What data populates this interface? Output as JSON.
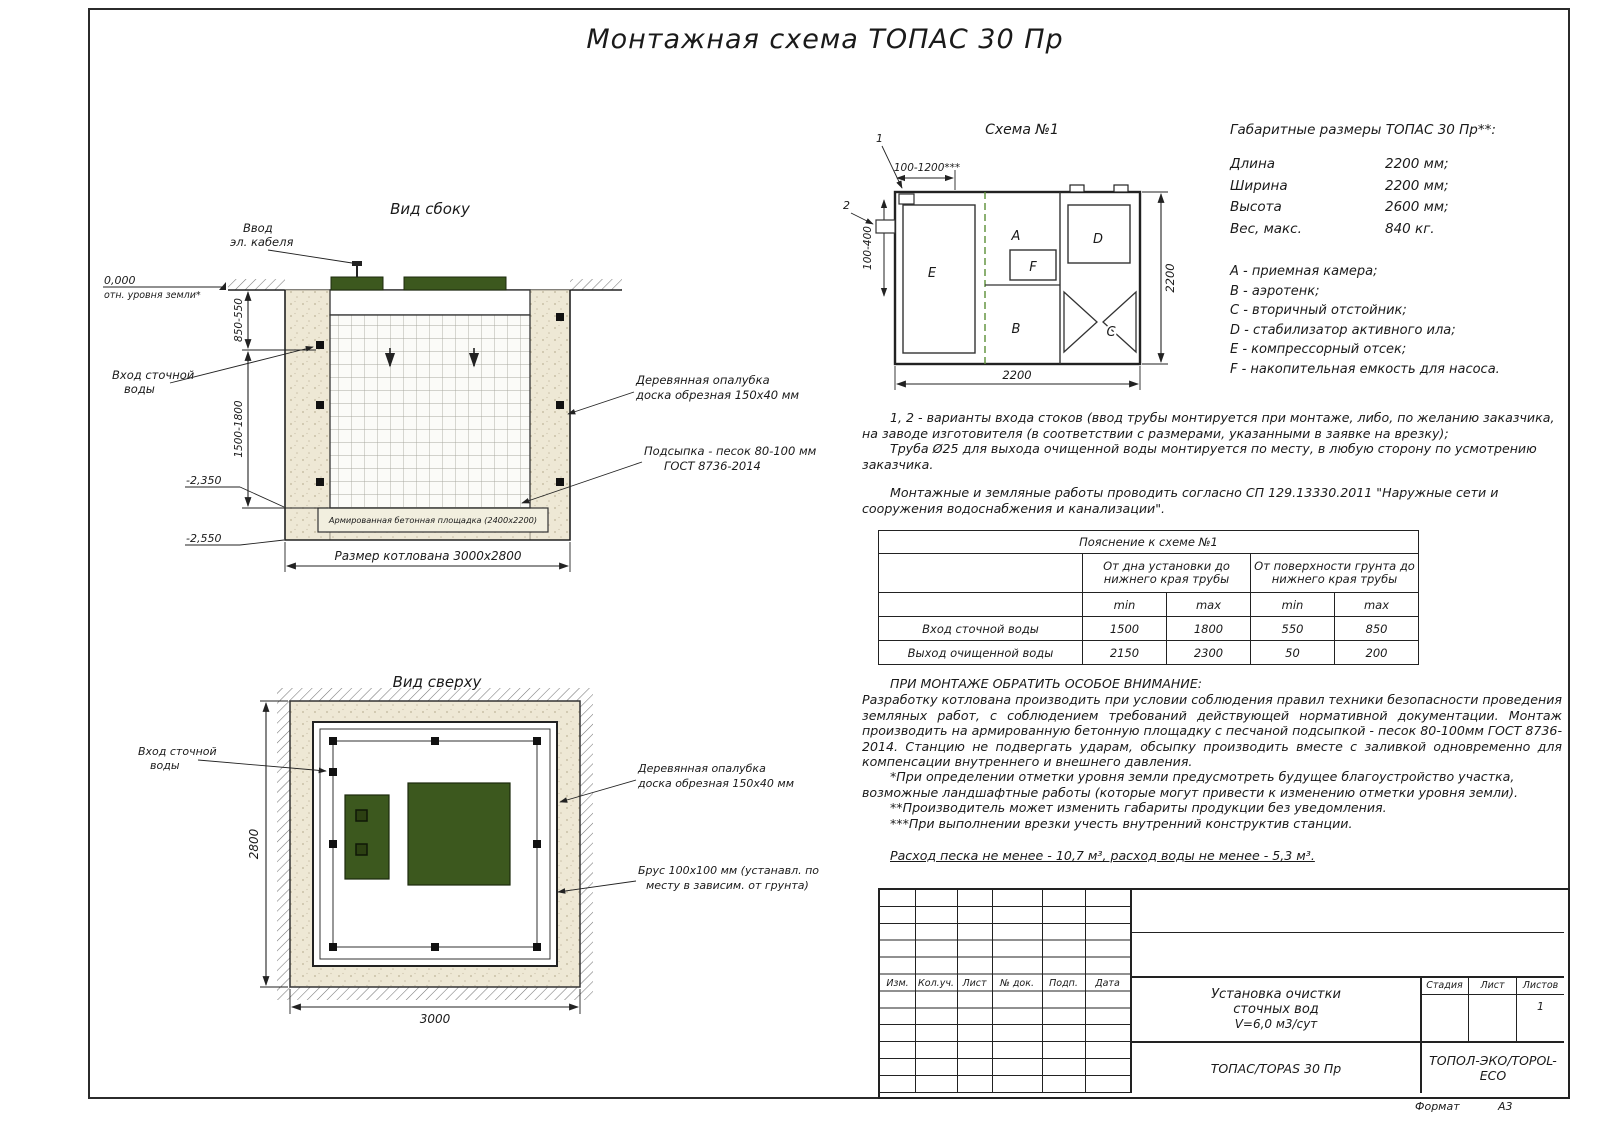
{
  "page": {
    "title": "Монтажная схема ТОПАС 30 Пр",
    "format_label": "Формат",
    "format_value": "А3"
  },
  "side_view": {
    "title": "Вид сбоку",
    "cable_entry_line1": "Ввод",
    "cable_entry_line2": "эл. кабеля",
    "level_zero": "0,000",
    "level_zero_note": "отн. уровня земли*",
    "dim_upper": "850-550",
    "dim_lower": "1500-1800",
    "level_minus1": "-2,350",
    "level_minus2": "-2,550",
    "inlet_line1": "Вход сточной",
    "inlet_line2": "воды",
    "formwork_line1": "Деревянная опалубка",
    "formwork_line2": "доска обрезная 150x40 мм",
    "sand_line1": "Подсыпка - песок 80-100 мм",
    "sand_line2": "ГОСТ 8736-2014",
    "concrete_pad": "Армированная бетонная площадка (2400x2200)",
    "pit_size": "Размер котлована 3000x2800"
  },
  "top_view": {
    "title": "Вид сверху",
    "inlet_line1": "Вход сточной",
    "inlet_line2": "воды",
    "dim_height": "2800",
    "dim_width": "3000",
    "formwork_line1": "Деревянная опалубка",
    "formwork_line2": "доска обрезная 150x40 мм",
    "beam_line1": "Брус 100x100 мм (устанавл. по",
    "beam_line2": "месту в зависим. от грунта)"
  },
  "scheme": {
    "title": "Схема №1",
    "marker1": "1",
    "marker2": "2",
    "dim_top": "100-1200***",
    "dim_left": "100-400",
    "dim_bottom": "2200",
    "dim_right": "2200",
    "compartment_a": "A",
    "compartment_b": "B",
    "compartment_c": "C",
    "compartment_d": "D",
    "compartment_e": "E",
    "compartment_f": "F"
  },
  "overall_dims": {
    "title": "Габаритные размеры ТОПАС 30 Пр**:",
    "rows": [
      {
        "label": "Длина",
        "value": "2200 мм;"
      },
      {
        "label": "Ширина",
        "value": "2200 мм;"
      },
      {
        "label": "Высота",
        "value": "2600 мм;"
      },
      {
        "label": "Вес, макс.",
        "value": "840 кг."
      }
    ]
  },
  "legend": [
    "A - приемная камера;",
    "B - аэротенк;",
    "C - вторичный отстойник;",
    "D - стабилизатор активного ила;",
    "E - компрессорный отсек;",
    "F - накопительная емкость для насоса."
  ],
  "notes": {
    "para1": "1, 2 - варианты входа  стоков (ввод трубы монтируется при монтаже, либо, по желанию заказчика, на заводе изготовителя (в соответствии с размерами, указанными в заявке на врезку);",
    "para2": "Труба Ø25 для выхода очищенной воды монтируется по месту, в любую сторону по усмотрению заказчика.",
    "para3": "Монтажные и земляные работы проводить согласно СП 129.13330.2011 \"Наружные сети и сооружения водоснабжения и канализации\"."
  },
  "pipe_table": {
    "title": "Пояснение к схеме №1",
    "group1": "От дна установки до нижнего края трубы",
    "group2": "От поверхности грунта до нижнего края трубы",
    "min1": "min",
    "max1": "max",
    "min2": "min",
    "max2": "max",
    "rows": [
      {
        "label": "Вход сточной воды",
        "v1": "1500",
        "v2": "1800",
        "v3": "550",
        "v4": "850"
      },
      {
        "label": "Выход очищенной воды",
        "v1": "2150",
        "v2": "2300",
        "v3": "50",
        "v4": "200"
      }
    ]
  },
  "attention": {
    "title": "ПРИ МОНТАЖЕ ОБРАТИТЬ ОСОБОЕ ВНИМАНИЕ:",
    "body": "Разработку котлована производить при условии соблюдения правил техники безопасности проведения земляных работ, с соблюдением требований действующей нормативной документации.  Монтаж производить на армированную бетонную площадку с песчаной подсыпкой - песок 80-100мм ГОСТ 8736-2014. Станцию не подвергать ударам, обсыпку производить вместе с заливкой одновременно для компенсации внутреннего и внешнего давления.",
    "note1": "*При определении отметки уровня земли предусмотреть будущее благоустройство участка, возможные ландшафтные работы (которые могут привести к изменению отметки уровня земли).",
    "note2": "**Производитель может изменить габариты продукции без уведомления.",
    "note3": "***При выполнении врезки учесть внутренний конструктив станции.",
    "consumption": "Расход песка не менее - 10,7 м³, расход воды не менее - 5,3 м³."
  },
  "title_block": {
    "headers": [
      "Изм.",
      "Кол.уч.",
      "Лист",
      "№ док.",
      "Подп.",
      "Дата"
    ],
    "project_line1": "Установка очистки",
    "project_line2": "сточных вод",
    "project_line3": "V=6,0 м3/сут",
    "stage_label": "Стадия",
    "sheet_label": "Лист",
    "sheets_label": "Листов",
    "sheets_value": "1",
    "model": "ТОПАС/TOPAS 30 Пр",
    "company": "ТОПОЛ-ЭКО/TOPOL-ECO"
  }
}
